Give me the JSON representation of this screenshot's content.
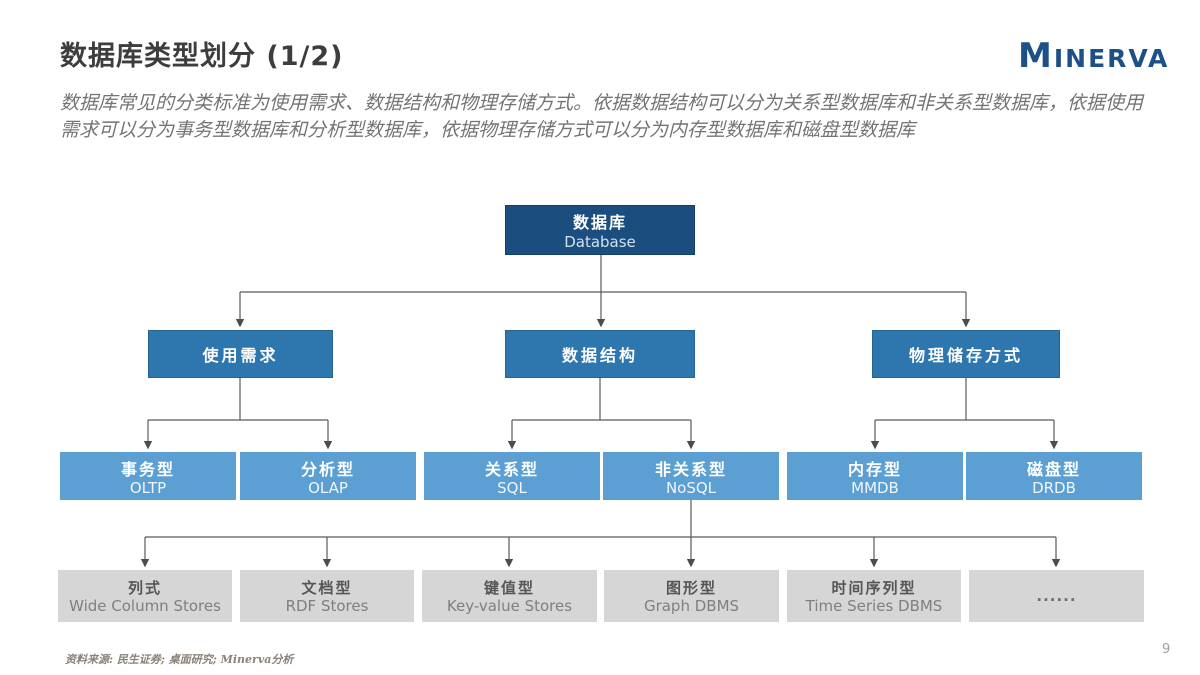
{
  "header": {
    "title": "数据库类型划分 (1/2)",
    "logo": "Minerva"
  },
  "intro_paragraph": "数据库常见的分类标准为使用需求、数据结构和物理存储方式。依据数据结构可以分为关系型数据库和非关系型数据库，依据使用需求可以分为事务型数据库和分析型数据库，依据物理存储方式可以分为内存型数据库和磁盘型数据库",
  "diagram": {
    "root": {
      "zh": "数据库",
      "en": "Database"
    },
    "level2": [
      {
        "label": "使用需求"
      },
      {
        "label": "数据结构"
      },
      {
        "label": "物理储存方式"
      }
    ],
    "level3": [
      {
        "zh": "事务型",
        "en": "OLTP"
      },
      {
        "zh": "分析型",
        "en": "OLAP"
      },
      {
        "zh": "关系型",
        "en": "SQL"
      },
      {
        "zh": "非关系型",
        "en": "NoSQL"
      },
      {
        "zh": "内存型",
        "en": "MMDB"
      },
      {
        "zh": "磁盘型",
        "en": "DRDB"
      }
    ],
    "level4": [
      {
        "zh": "列式",
        "en": "Wide Column Stores"
      },
      {
        "zh": "文档型",
        "en": "RDF Stores"
      },
      {
        "zh": "键值型",
        "en": "Key-value Stores"
      },
      {
        "zh": "图形型",
        "en": "Graph DBMS"
      },
      {
        "zh": "时间序列型",
        "en": "Time Series DBMS"
      },
      {
        "zh": "......",
        "en": ""
      }
    ]
  },
  "footer": {
    "source": "资料来源: 民生证券; 桌面研究; Minerva分析",
    "page_number": "9"
  },
  "colors": {
    "root_box": "#1b4e7e",
    "level2_box": "#2e77ae",
    "level3_box": "#5ca0d3",
    "level4_box": "#d6d6d6",
    "logo_blue": "#1d5087",
    "title_text": "#3d3d3d",
    "body_text": "#747474",
    "connector": "#5a5a5a"
  }
}
